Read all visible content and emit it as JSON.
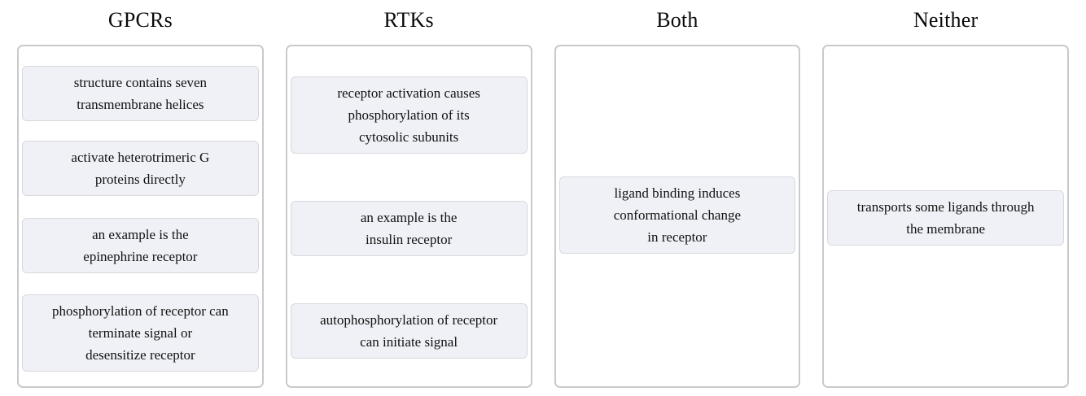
{
  "board": {
    "columns": [
      {
        "label": "GPCRs",
        "cards": [
          {
            "lines": [
              "structure contains seven",
              "transmembrane helices"
            ]
          },
          {
            "lines": [
              "activate heterotrimeric G",
              "proteins directly"
            ]
          },
          {
            "lines": [
              "an example is the",
              "epinephrine receptor"
            ]
          },
          {
            "lines": [
              "phosphorylation of receptor can",
              "terminate signal or",
              "desensitize receptor"
            ]
          }
        ]
      },
      {
        "label": "RTKs",
        "cards": [
          {
            "lines": [
              "receptor activation causes",
              "phosphorylation of its",
              "cytosolic subunits"
            ]
          },
          {
            "lines": [
              "an example is the",
              "insulin receptor"
            ]
          },
          {
            "lines": [
              "autophosphorylation of receptor",
              "can initiate signal"
            ]
          }
        ]
      },
      {
        "label": "Both",
        "cards": [
          {
            "lines": [
              "ligand binding induces",
              "conformational change",
              "in receptor"
            ]
          }
        ]
      },
      {
        "label": "Neither",
        "cards": [
          {
            "lines": [
              "transports some ligands through",
              "the membrane"
            ]
          }
        ]
      }
    ]
  },
  "colors": {
    "card_background": "#f0f1f6",
    "card_border": "#d8d9de",
    "column_border": "#c9cacd",
    "text": "#111111"
  }
}
